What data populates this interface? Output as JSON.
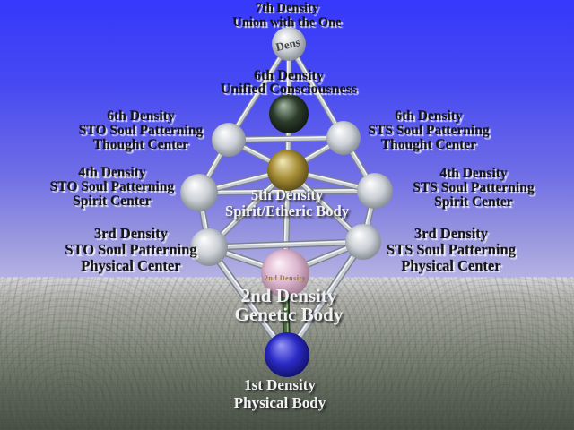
{
  "labels": {
    "seventh_density": {
      "line1": "7th Density",
      "line2": "Union with the One"
    },
    "sixth_unified": {
      "line1": "6th Density",
      "line2": "Unified Consciousness"
    },
    "sixth_sto": {
      "line1": "6th Density",
      "line2": "STO Soul Patterning",
      "line3": "Thought Center"
    },
    "sixth_sts": {
      "line1": "6th Density",
      "line2": "STS Soul Patterning",
      "line3": "Thought Center"
    },
    "fourth_sto": {
      "line1": "4th Density",
      "line2": "STO Soul Patterning",
      "line3": "Spirit Center"
    },
    "fourth_sts": {
      "line1": "4th Density",
      "line2": "STS Soul Patterning",
      "line3": "Spirit Center"
    },
    "fifth_density": {
      "line1": "5th Density",
      "line2": "Spirit/Etheric Body"
    },
    "third_sto": {
      "line1": "3rd Density",
      "line2": "STO Soul Patterning",
      "line3": "Physical Center"
    },
    "third_sts": {
      "line1": "3rd Density",
      "line2": "STS Soul Patterning",
      "line3": "Physical Center"
    },
    "second_density": {
      "line1": "2nd Density",
      "line2": "Genetic Body"
    },
    "first_density": {
      "line1": "1st Density",
      "line2": "Physical Body"
    }
  },
  "sphere_textures": {
    "top_sphere": "Dens",
    "genetic_sphere": "2nd Density"
  },
  "colors": {
    "sky_top": "#3638fb",
    "sky_horizon": "#b4b1e4",
    "ground_near_horizon": "#d8d6da",
    "ground_bottom": "#4a5147",
    "rods": {
      "silver": {
        "edge": "#7c828c",
        "body": "#c6cbd2",
        "highlight": "#f3f4f6"
      },
      "green": {
        "edge": "#233620",
        "body": "#4a6a3e",
        "highlight": "#93b585"
      }
    },
    "spheres": {
      "silver": {
        "hi": "#ffffff",
        "mid": "#ccd1d7",
        "edge": "#5c636b"
      },
      "gold": {
        "hi": "#f3eabc",
        "mid": "#a68d35",
        "edge": "#332908"
      },
      "dark": {
        "hi": "#a8bda8",
        "mid": "#2c3c2b",
        "edge": "#030503"
      },
      "pink": {
        "hi": "#fdf1f7",
        "mid": "#ddb6cf",
        "edge": "#7c5a6c"
      },
      "blue": {
        "hi": "#9a9af8",
        "mid": "#2a2ac6",
        "edge": "#04043c"
      }
    }
  }
}
